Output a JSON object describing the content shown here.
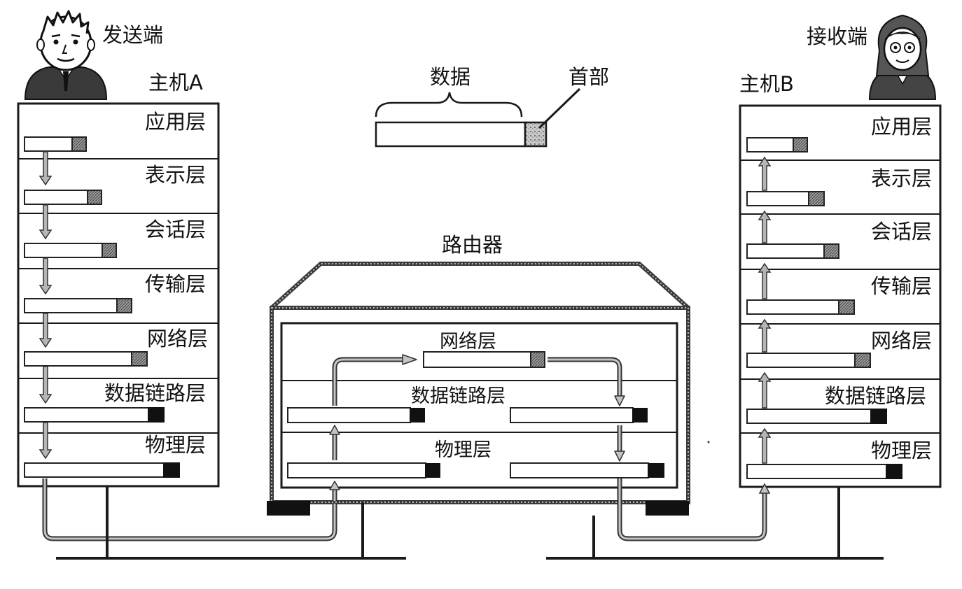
{
  "sender": {
    "role_label": "发送端",
    "host_label": "主机A"
  },
  "receiver": {
    "role_label": "接收端",
    "host_label": "主机B"
  },
  "layers": [
    "应用层",
    "表示层",
    "会话层",
    "传输层",
    "网络层",
    "数据链路层",
    "物理层"
  ],
  "packet_legend": {
    "data_label": "数据",
    "header_label": "首部"
  },
  "router": {
    "title": "路由器",
    "layers": [
      "网络层",
      "数据链路层",
      "物理层"
    ]
  },
  "colors": {
    "line": "#1a1a1a",
    "header_fill": "#8c8c8c",
    "trailer_fill": "#111111",
    "arrow_fill": "#b5b5b5"
  }
}
